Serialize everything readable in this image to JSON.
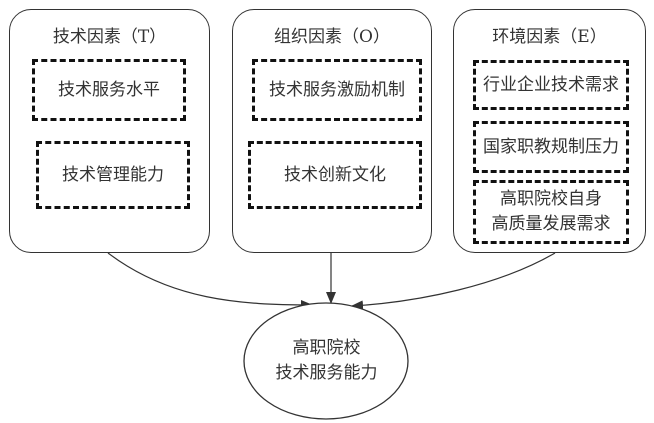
{
  "diagram": {
    "groups": [
      {
        "id": "T",
        "title": "技术因素（T）",
        "factors": [
          "技术服务水平",
          "技术管理能力"
        ]
      },
      {
        "id": "O",
        "title": "组织因素（O）",
        "factors": [
          "技术服务激励机制",
          "技术创新文化"
        ]
      },
      {
        "id": "E",
        "title": "环境因素（E）",
        "factors": [
          "行业企业技术需求",
          "国家职教规制压力",
          "高职院校自身\n高质量发展需求"
        ]
      }
    ],
    "outcome": "高职院校\n技术服务能力",
    "edges": [
      {
        "from": "T",
        "to": "outcome"
      },
      {
        "from": "O",
        "to": "outcome"
      },
      {
        "from": "E",
        "to": "outcome"
      }
    ]
  }
}
